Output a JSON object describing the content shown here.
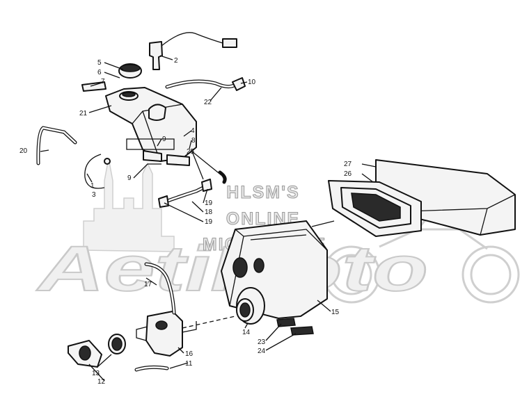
{
  "callouts": [
    "1",
    "2",
    "3",
    "4",
    "5",
    "6",
    "7",
    "8",
    "9",
    "10",
    "11",
    "12",
    "13",
    "14",
    "15",
    "16",
    "17",
    "18",
    "19",
    "20",
    "21",
    "22",
    "23",
    "24",
    "25",
    "26",
    "27"
  ],
  "watermark": {
    "line1": "HLSM'S",
    "line2": "ONLINE",
    "line3": "MICROFICHE",
    "brand": "AetiMoto"
  }
}
